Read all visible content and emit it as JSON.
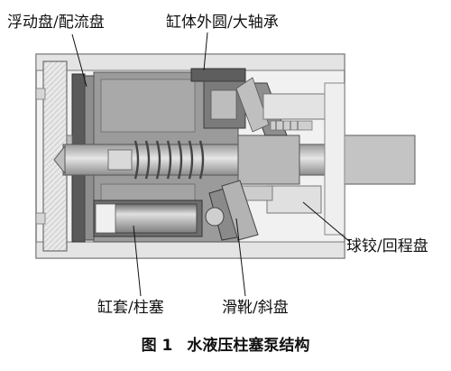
{
  "labels": {
    "floating_plate": "浮动盘/配流盘",
    "cylinder_outer_ring": "缸体外圆/大轴承",
    "ball_joint": "球铰/回程盘",
    "cylinder_sleeve": "缸套/柱塞",
    "slipper_swashplate": "滑靴/斜盘"
  },
  "caption": {
    "number": "图 1",
    "title": "水液压柱塞泵结构"
  }
}
